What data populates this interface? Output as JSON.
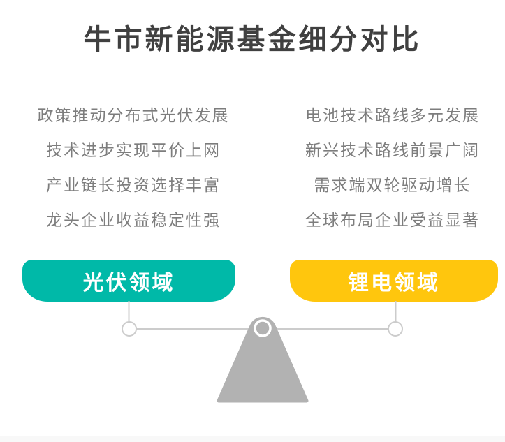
{
  "title": "牛市新能源基金细分对比",
  "left_panel": {
    "label": "光伏领域",
    "points": [
      "政策推动分布式光伏发展",
      "技术进步实现平价上网",
      "产业链长投资选择丰富",
      "龙头企业收益稳定性强"
    ]
  },
  "right_panel": {
    "label": "锂电领域",
    "points": [
      "电池技术路线多元发展",
      "新兴技术路线前景广阔",
      "需求端双轮驱动增长",
      "全球布局企业受益显著"
    ]
  },
  "icons": {
    "fulcrum": "balance-scale-triangle",
    "pivot": "ring-circle",
    "beam_ends": "small-circles"
  },
  "colors": {
    "teal": "#00b9a8",
    "yellow": "#ffc60d",
    "title_text": "#404040",
    "body_text": "#7d7d7d",
    "line_gray": "#cccccc",
    "triangle_gray": "#b2b2b2",
    "footer_strip": "#f8f8f8"
  }
}
